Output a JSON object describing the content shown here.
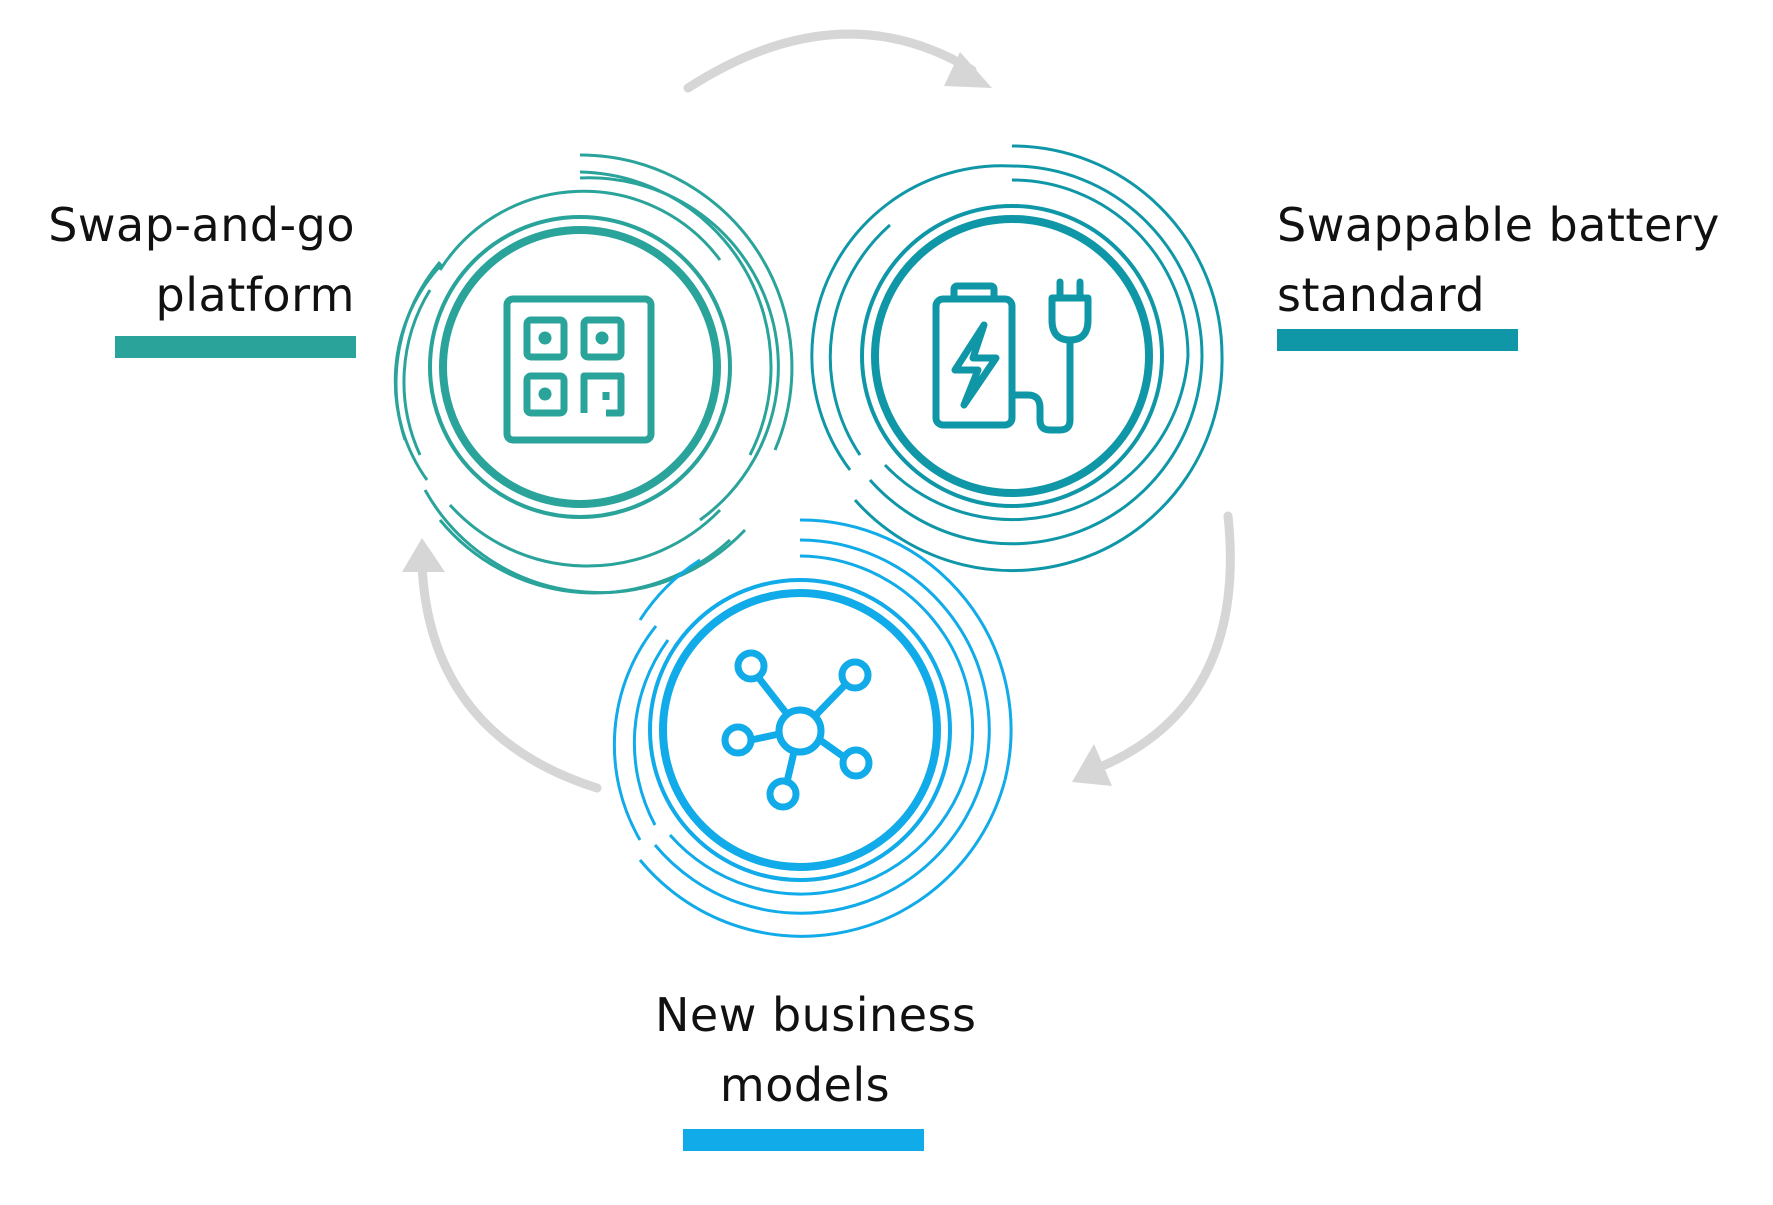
{
  "colors": {
    "teal": "#2aa39b",
    "cyan_dark": "#0f97a8",
    "blue": "#10abe8",
    "arrow_gray": "#d6d6d6",
    "text": "#111111"
  },
  "nodes": [
    {
      "id": "swap-and-go",
      "label_lines": [
        "Swap-and-go",
        "platform"
      ],
      "icon": "qr-code-icon",
      "color": "#2aa39b"
    },
    {
      "id": "swappable-battery",
      "label_lines": [
        "Swappable battery",
        "standard"
      ],
      "icon": "battery-charging-icon",
      "color": "#0f97a8"
    },
    {
      "id": "new-business-models",
      "label_lines": [
        "New business",
        "models"
      ],
      "icon": "network-hub-icon",
      "color": "#10abe8"
    }
  ],
  "cycle_arrows": [
    "top-arrow",
    "right-arrow",
    "left-arrow"
  ]
}
